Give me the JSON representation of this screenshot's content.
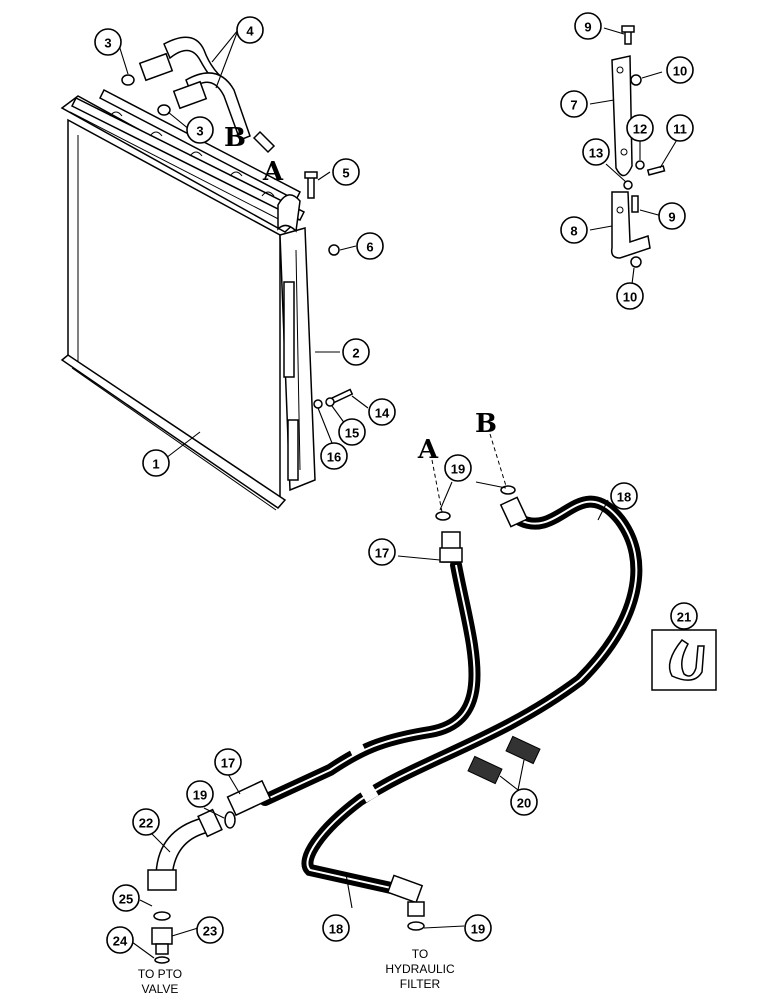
{
  "callouts": [
    {
      "id": "c1",
      "label": "1"
    },
    {
      "id": "c2",
      "label": "2"
    },
    {
      "id": "c3a",
      "label": "3"
    },
    {
      "id": "c3b",
      "label": "3"
    },
    {
      "id": "c4",
      "label": "4"
    },
    {
      "id": "c5",
      "label": "5"
    },
    {
      "id": "c6",
      "label": "6"
    },
    {
      "id": "c7",
      "label": "7"
    },
    {
      "id": "c8",
      "label": "8"
    },
    {
      "id": "c9a",
      "label": "9"
    },
    {
      "id": "c9b",
      "label": "9"
    },
    {
      "id": "c10a",
      "label": "10"
    },
    {
      "id": "c10b",
      "label": "10"
    },
    {
      "id": "c11",
      "label": "11"
    },
    {
      "id": "c12",
      "label": "12"
    },
    {
      "id": "c13",
      "label": "13"
    },
    {
      "id": "c14",
      "label": "14"
    },
    {
      "id": "c15",
      "label": "15"
    },
    {
      "id": "c16",
      "label": "16"
    },
    {
      "id": "c17a",
      "label": "17"
    },
    {
      "id": "c17b",
      "label": "17"
    },
    {
      "id": "c18a",
      "label": "18"
    },
    {
      "id": "c18b",
      "label": "18"
    },
    {
      "id": "c19a",
      "label": "19"
    },
    {
      "id": "c19b",
      "label": "19"
    },
    {
      "id": "c19c",
      "label": "19"
    },
    {
      "id": "c20",
      "label": "20"
    },
    {
      "id": "c21",
      "label": "21"
    },
    {
      "id": "c22",
      "label": "22"
    },
    {
      "id": "c23",
      "label": "23"
    },
    {
      "id": "c24",
      "label": "24"
    },
    {
      "id": "c25",
      "label": "25"
    }
  ],
  "port_letters": {
    "a_top": "A",
    "b_top": "B",
    "a_hose": "A",
    "b_hose": "B"
  },
  "destinations": {
    "pto_line1": "TO PTO",
    "pto_line2": "VALVE",
    "filter_line1": "TO",
    "filter_line2": "HYDRAULIC",
    "filter_line3": "FILTER"
  }
}
